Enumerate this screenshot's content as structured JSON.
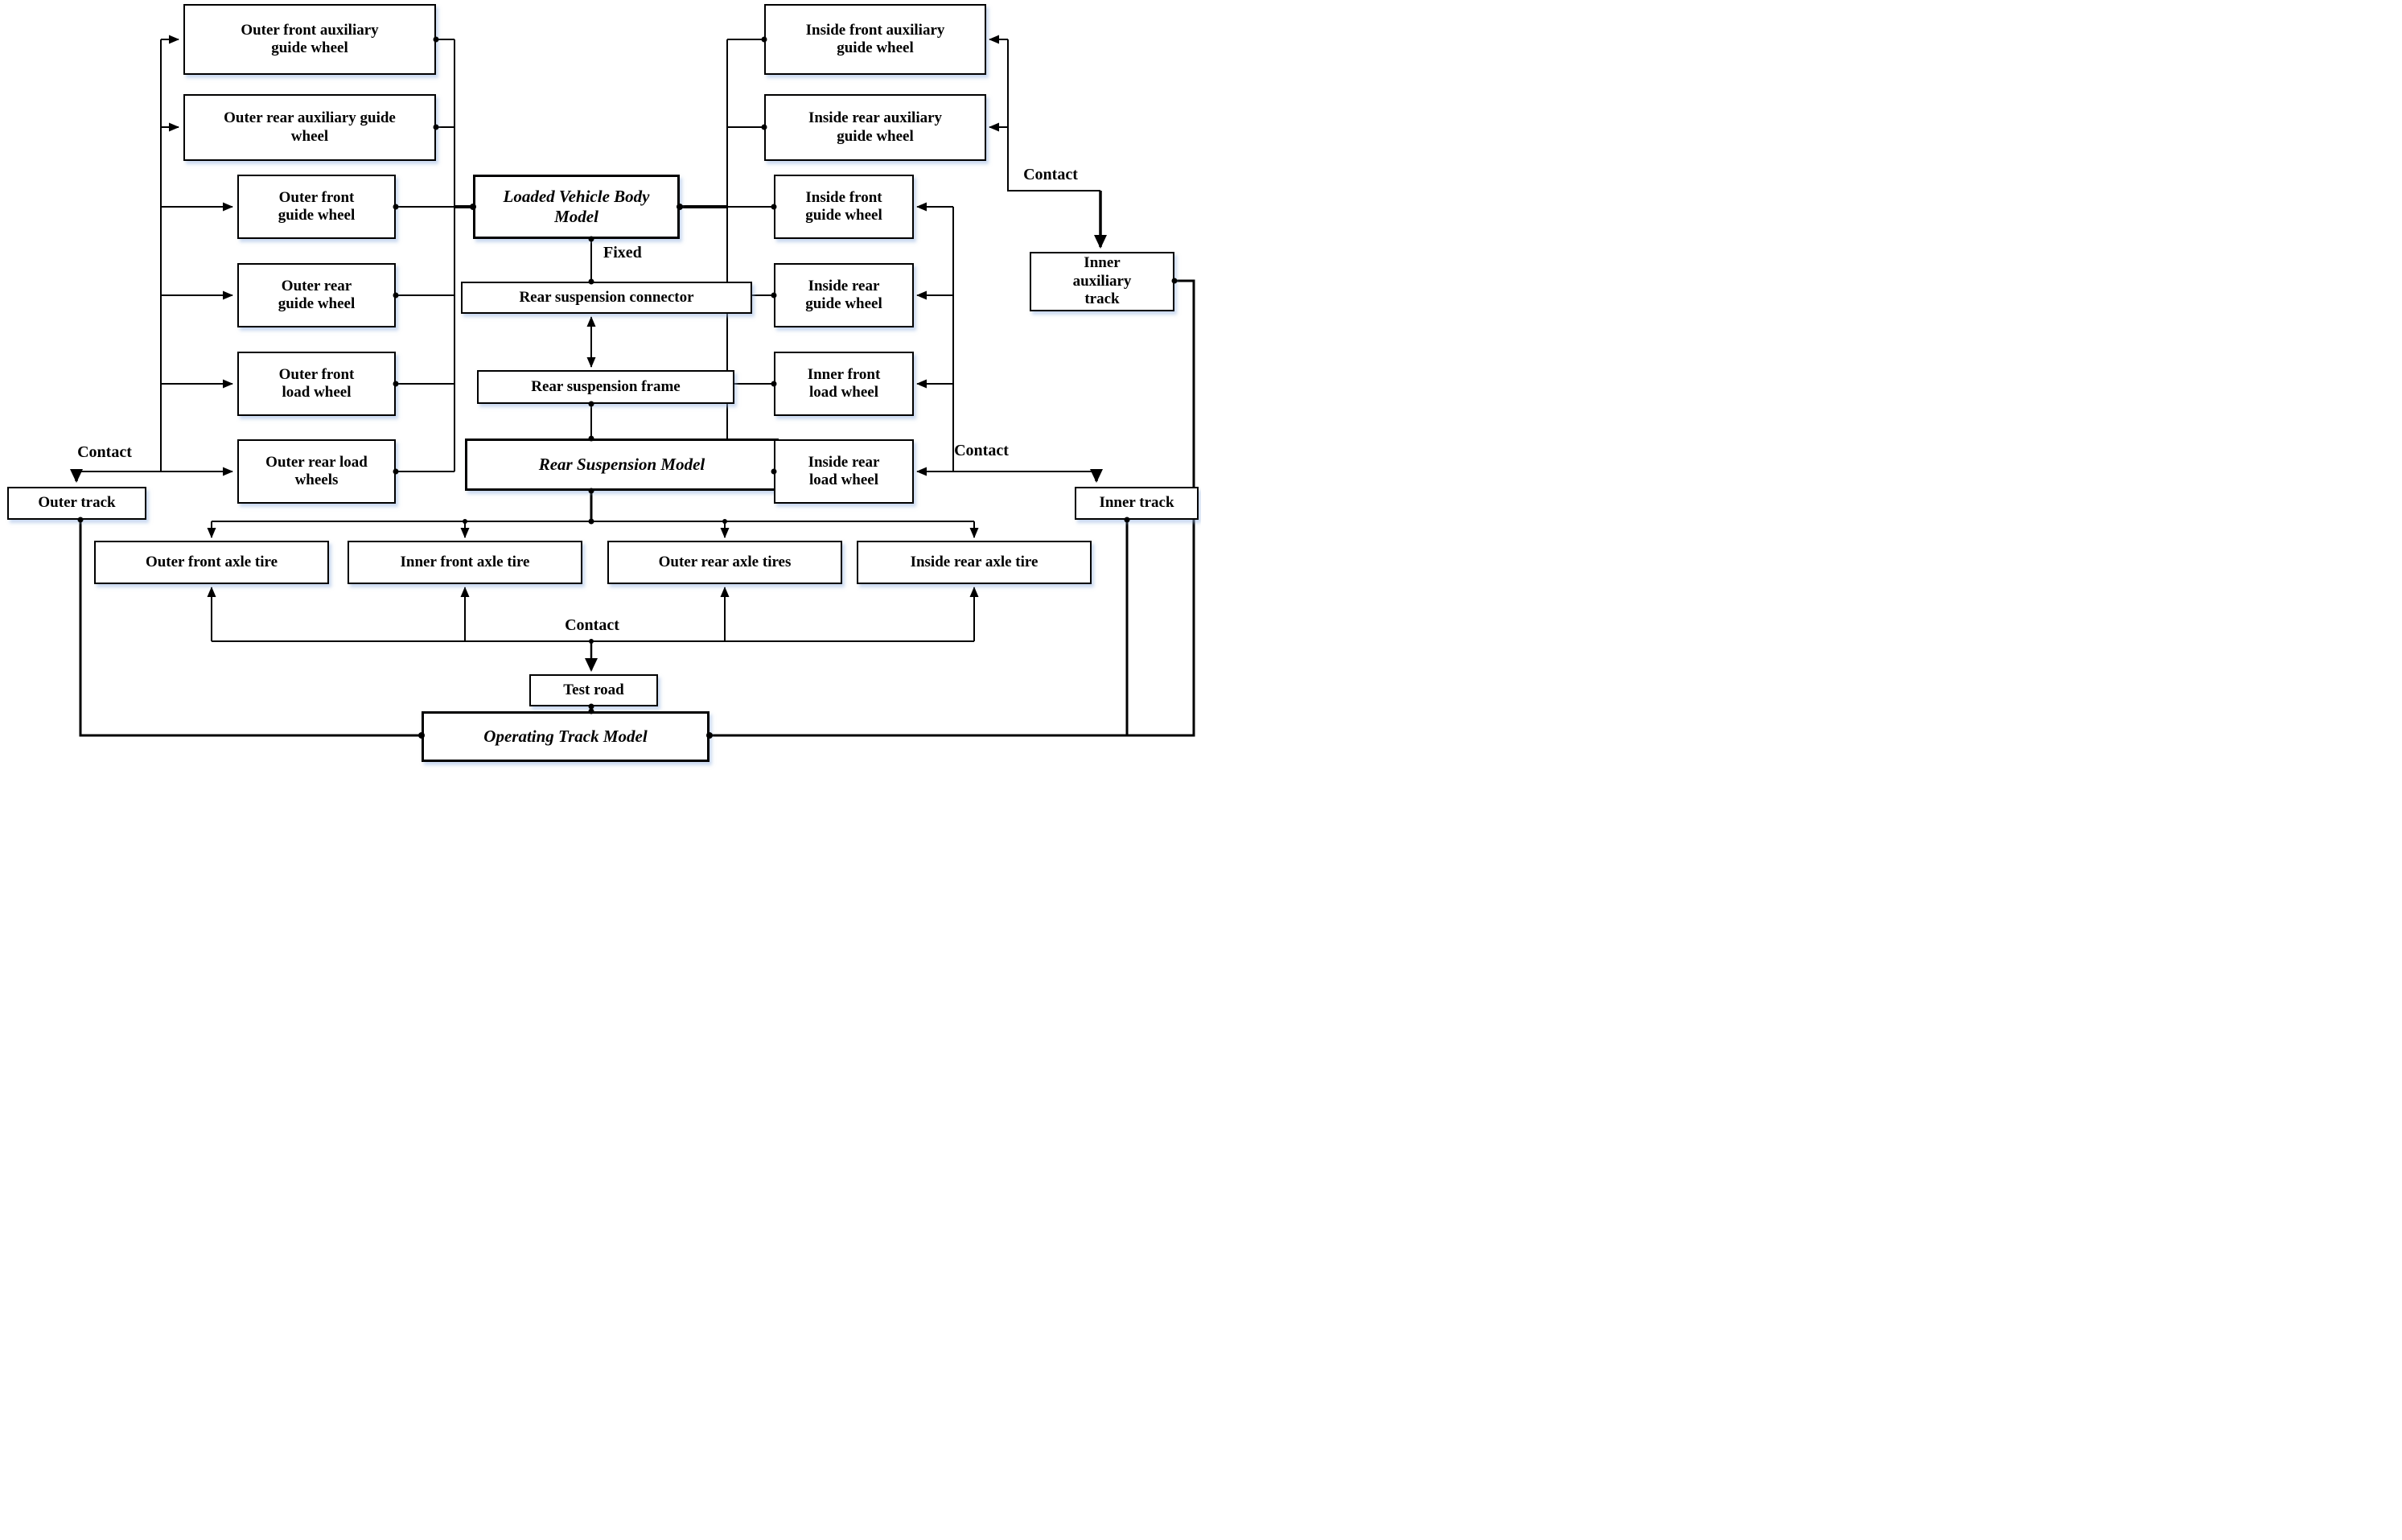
{
  "labels": {
    "contact": "Contact",
    "fixed": "Fixed"
  },
  "left_column": {
    "aux_front": "Outer front auxiliary guide wheel",
    "aux_rear": "Outer rear auxiliary guide wheel",
    "guide_front": "Outer front guide wheel",
    "guide_rear": "Outer rear guide wheel",
    "load_front": "Outer front load wheel",
    "load_rear": "Outer rear load wheels"
  },
  "right_column": {
    "aux_front": "Inside front auxiliary guide wheel",
    "aux_rear": "Inside rear auxiliary guide wheel",
    "guide_front": "Inside front guide wheel",
    "guide_rear": "Inside rear guide wheel",
    "load_front": "Inner front load wheel",
    "load_rear": "Inside rear load wheel"
  },
  "center": {
    "body_model": "Loaded Vehicle Body Model",
    "connector": "Rear suspension connector",
    "frame": "Rear suspension frame",
    "suspension_model": "Rear Suspension Model",
    "test_road": "Test road",
    "operating_track_model": "Operating Track Model"
  },
  "tracks": {
    "outer": "Outer track",
    "inner": "Inner track",
    "inner_auxiliary": "Inner auxiliary track"
  },
  "tires": {
    "outer_front": "Outer front axle tire",
    "inner_front": "Inner front axle tire",
    "outer_rear": "Outer rear axle tires",
    "inside_rear": "Inside rear axle tire"
  },
  "colors": {
    "line": "#000000",
    "box_border": "#000000",
    "box_background": "#ffffff",
    "shadow": "#b8cdea"
  }
}
